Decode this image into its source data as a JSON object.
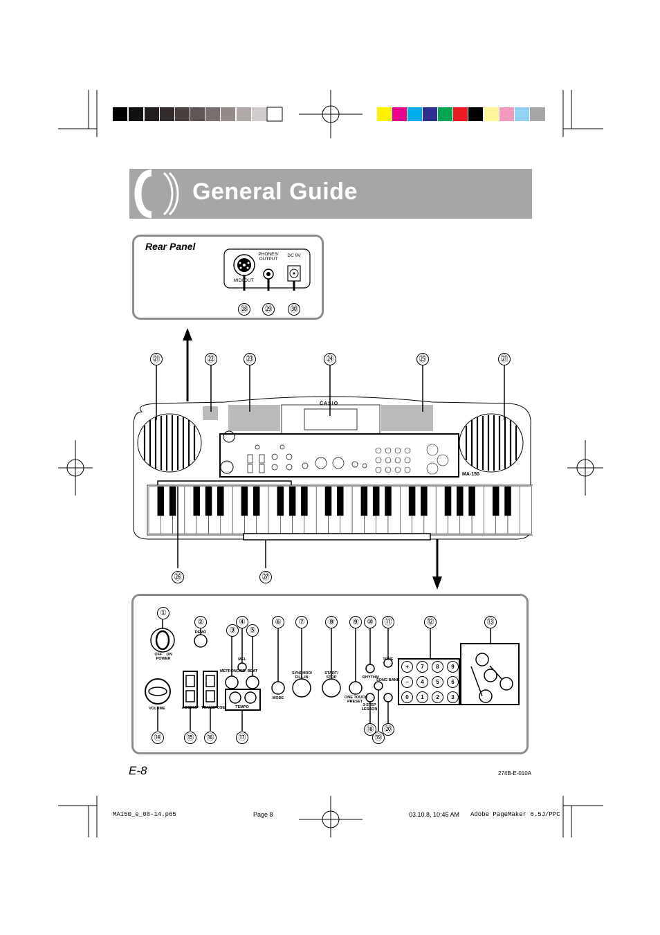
{
  "page": {
    "title": "General Guide",
    "page_number": "E-8",
    "doc_code": "274B-E-010A"
  },
  "rear_panel": {
    "heading": "Rear Panel",
    "labels": {
      "midi_out": "MIDI OUT",
      "phones": "PHONES/\nOUTPUT",
      "dc": "DC 9V"
    },
    "callouts": [
      "㉘",
      "㉙",
      "㉚"
    ]
  },
  "keyboard": {
    "brand": "CASIO",
    "model": "MA-150",
    "callouts_top": [
      "㉑",
      "㉒",
      "㉓",
      "㉔",
      "㉕",
      "㉑"
    ],
    "callouts_bottom": [
      "㉖",
      "㉗"
    ]
  },
  "control_panel": {
    "callouts": [
      "①",
      "②",
      "③",
      "④",
      "⑤",
      "⑥",
      "⑦",
      "⑧",
      "⑨",
      "⑩",
      "⑪",
      "⑫",
      "⑬",
      "⑭",
      "⑮",
      "⑯",
      "⑰",
      "⑱",
      "⑲",
      "⑳"
    ],
    "labels": {
      "power": "OFF    ON\nPOWER",
      "demo": "DEMO",
      "metronome": "METRONOME",
      "mel": "MEL",
      "beat": "BEAT",
      "mode": "MODE",
      "synchro": "SYNCHRO/\nFILL-IN",
      "start_stop": "START/\nSTOP",
      "one_touch": "ONE TOUCH\nPRESET",
      "rhythm": "RHYTHM",
      "tone": "TONE",
      "volume": "VOLUME",
      "accomp": "ACCOMP",
      "transpose": "TRANSPOSE",
      "tempo": "TEMPO",
      "lesson": "3-STEP\nLESSON",
      "song_bank": "SONG BANK"
    },
    "keypad": [
      "+",
      "7",
      "8",
      "9",
      "−",
      "4",
      "5",
      "6",
      "0",
      "1",
      "2",
      "3"
    ]
  },
  "footer": {
    "file": "MA150_e_08-14.p65",
    "page": "Page 8",
    "date": "03.10.8, 10:45 AM",
    "app": "Adobe PageMaker 6.5J/PPC"
  }
}
